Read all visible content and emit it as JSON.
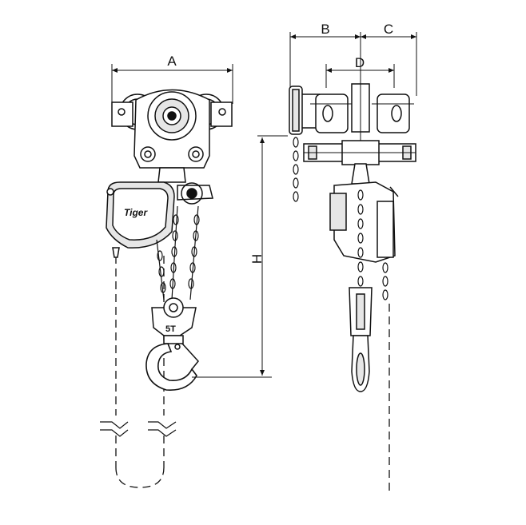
{
  "labels": {
    "dim_a": "A",
    "dim_b": "B",
    "dim_c": "C",
    "dim_d": "D",
    "dim_h": "H"
  },
  "brand": "Tiger",
  "capacity": "5T",
  "colors": {
    "line": "#111111",
    "background": "#ffffff",
    "body_shade": "#e6e6e6"
  }
}
